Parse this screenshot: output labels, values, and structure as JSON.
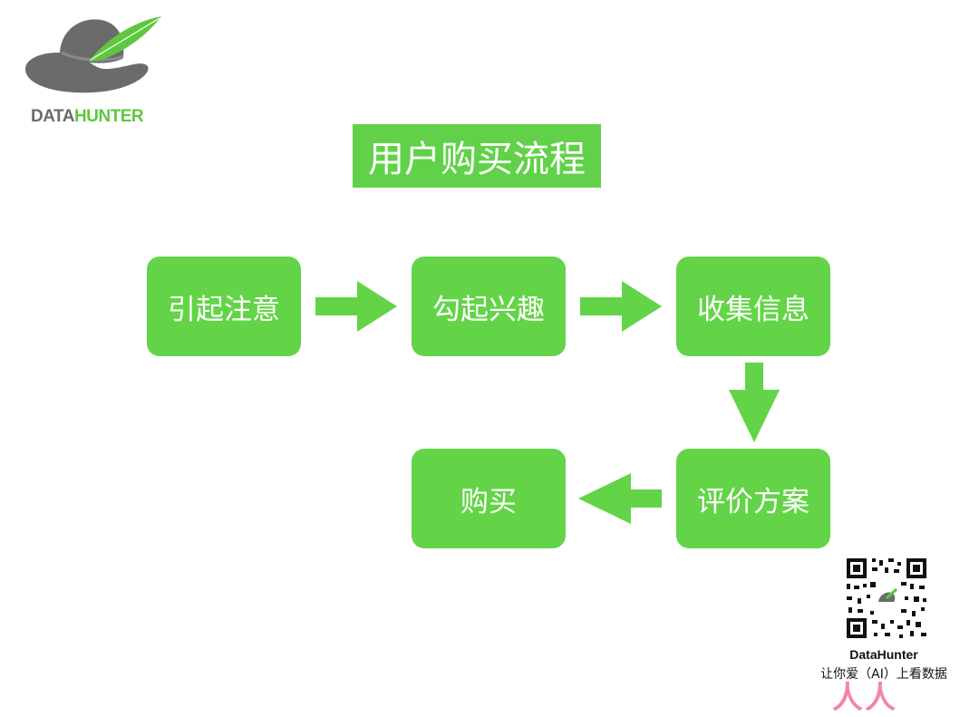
{
  "logo": {
    "brand_part1": "DATA",
    "brand_part2": "HUNTER",
    "icon": "hat-feather-logo"
  },
  "title": "用户购买流程",
  "steps": [
    "引起注意",
    "勾起兴趣",
    "收集信息",
    "评价方案",
    "购买"
  ],
  "qr": {
    "name": "DataHunter",
    "slogan": "让你爱（AI）上看数据",
    "icon": "qr-code"
  },
  "watermark": "人人都是产品经理",
  "colors": {
    "accent": "#63d447",
    "title_bg": "#62d14a",
    "logo_gray": "#6b6b6b",
    "logo_green": "#5fc73f"
  }
}
